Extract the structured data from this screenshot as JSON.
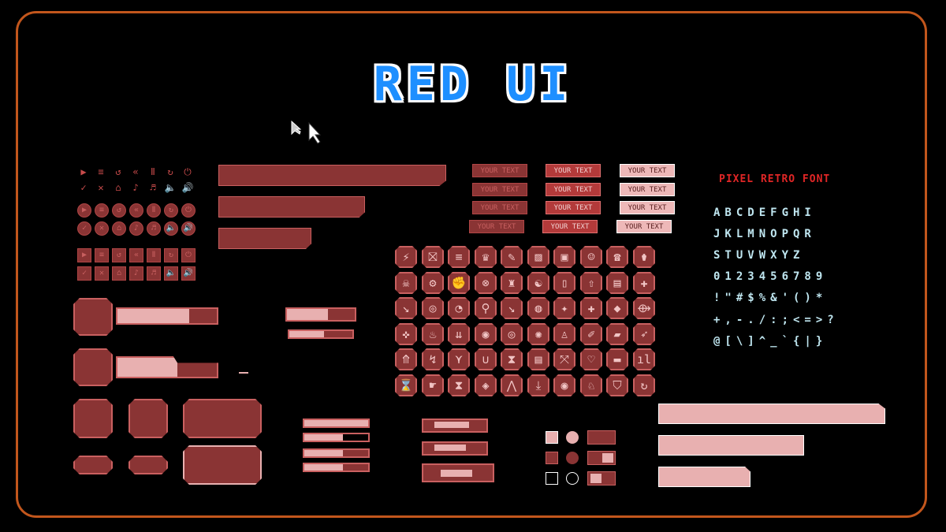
{
  "title": "RED UI",
  "button_labels": [
    "YOUR TEXT",
    "YOUR TEXT",
    "YOUR TEXT",
    "YOUR TEXT"
  ],
  "font_panel": {
    "title": "PIXEL RETRO FONT",
    "lines": [
      "ABCDEFGHI",
      "JKLMNOPQR",
      "STUVWXYZ",
      "0123456789",
      "!\"#$%&'()*",
      "+,-./:;<=>?",
      "@[\\]^_`{|}"
    ]
  },
  "small_icons": [
    "▶",
    "≡",
    "↺",
    "«",
    "Ⅱ",
    "↻",
    "⏻",
    "✓",
    "✕",
    "⌂",
    "♪",
    "♬",
    "🔈",
    "🔊"
  ],
  "grid_icons": [
    "⚡",
    "⛝",
    "≡",
    "♛",
    "✎",
    "▨",
    "▣",
    "☺",
    "☎",
    "⚱",
    "☠",
    "⚙",
    "✊",
    "⊗",
    "♜",
    "☯",
    "▯",
    "⇧",
    "▤",
    "✚",
    "↘",
    "◎",
    "◔",
    "⚲",
    "↘",
    "◍",
    "✦",
    "✚",
    "◆",
    "⟴",
    "✜",
    "♨",
    "⇊",
    "◉",
    "◎",
    "✺",
    "♙",
    "✐",
    "▰",
    "➶",
    "⤊",
    "↯",
    "⋎",
    "∪",
    "⧗",
    "▤",
    "⤧",
    "♡",
    "▬",
    "ıl",
    "⌛",
    "☛",
    "⧗",
    "◈",
    "⋀",
    "⤓",
    "◉",
    "♘",
    "⛉",
    "↻"
  ],
  "colors": {
    "accent": "#8a3434",
    "pink": "#e8b0b0",
    "frame": "#c2561c",
    "title": "#1e8fff"
  }
}
